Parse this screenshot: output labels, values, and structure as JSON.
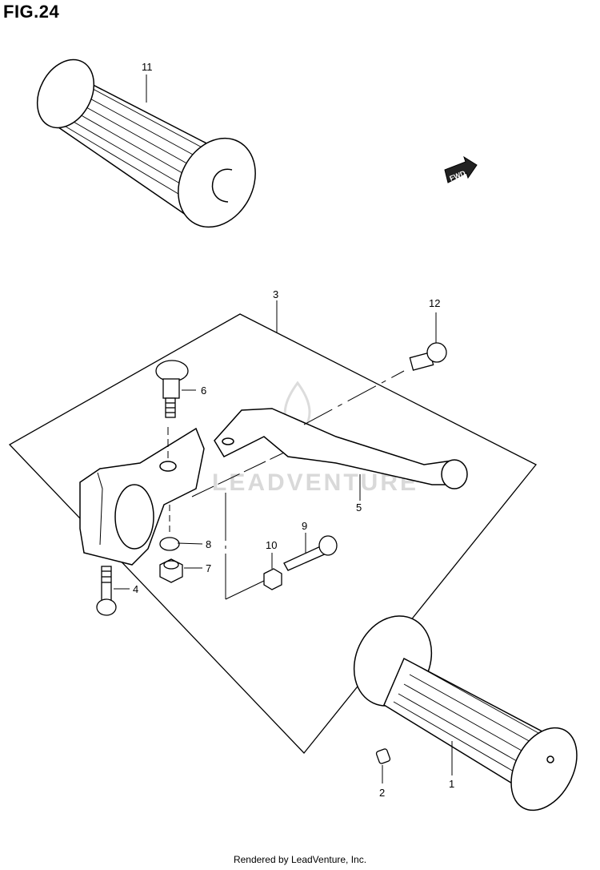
{
  "figure": {
    "title": "FIG.24"
  },
  "watermark": {
    "text": "LEADVENTURE"
  },
  "fwd_label": "FWD",
  "parts": [
    {
      "number": "1"
    },
    {
      "number": "2"
    },
    {
      "number": "3"
    },
    {
      "number": "4"
    },
    {
      "number": "5"
    },
    {
      "number": "6"
    },
    {
      "number": "7"
    },
    {
      "number": "8"
    },
    {
      "number": "9"
    },
    {
      "number": "10"
    },
    {
      "number": "11"
    },
    {
      "number": "12"
    }
  ],
  "footer": {
    "text": "Rendered by LeadVenture, Inc."
  }
}
